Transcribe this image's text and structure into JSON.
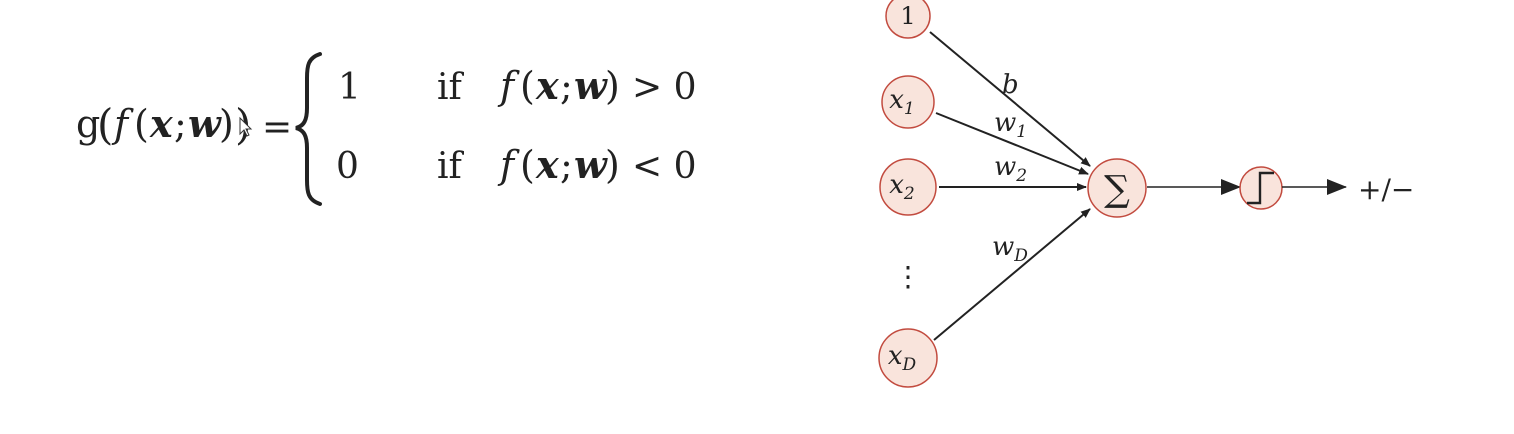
{
  "formula": {
    "g": "g",
    "f": "f",
    "x": "x",
    "sep": ";",
    "w": "w",
    "lparen": "(",
    "rparen": ")",
    "equals": "=",
    "cases": [
      {
        "value": "1",
        "cond_word": "if",
        "relation": "> 0"
      },
      {
        "value": "0",
        "cond_word": "if",
        "relation": "< 0"
      }
    ]
  },
  "diagram": {
    "node_color": "#f9e4dc",
    "node_stroke": "#c24b3f",
    "nodes": {
      "bias": "1",
      "x1": {
        "base": "x",
        "sub": "1"
      },
      "x2": {
        "base": "x",
        "sub": "2"
      },
      "ellipsis": "⋮",
      "xD": {
        "base": "x",
        "sub": "D"
      }
    },
    "weights": {
      "b": "b",
      "w1": {
        "base": "w",
        "sub": "1"
      },
      "w2": {
        "base": "w",
        "sub": "2"
      },
      "wD": {
        "base": "w",
        "sub": "D"
      }
    },
    "sum_symbol": "∑",
    "output_label": "+/−"
  }
}
